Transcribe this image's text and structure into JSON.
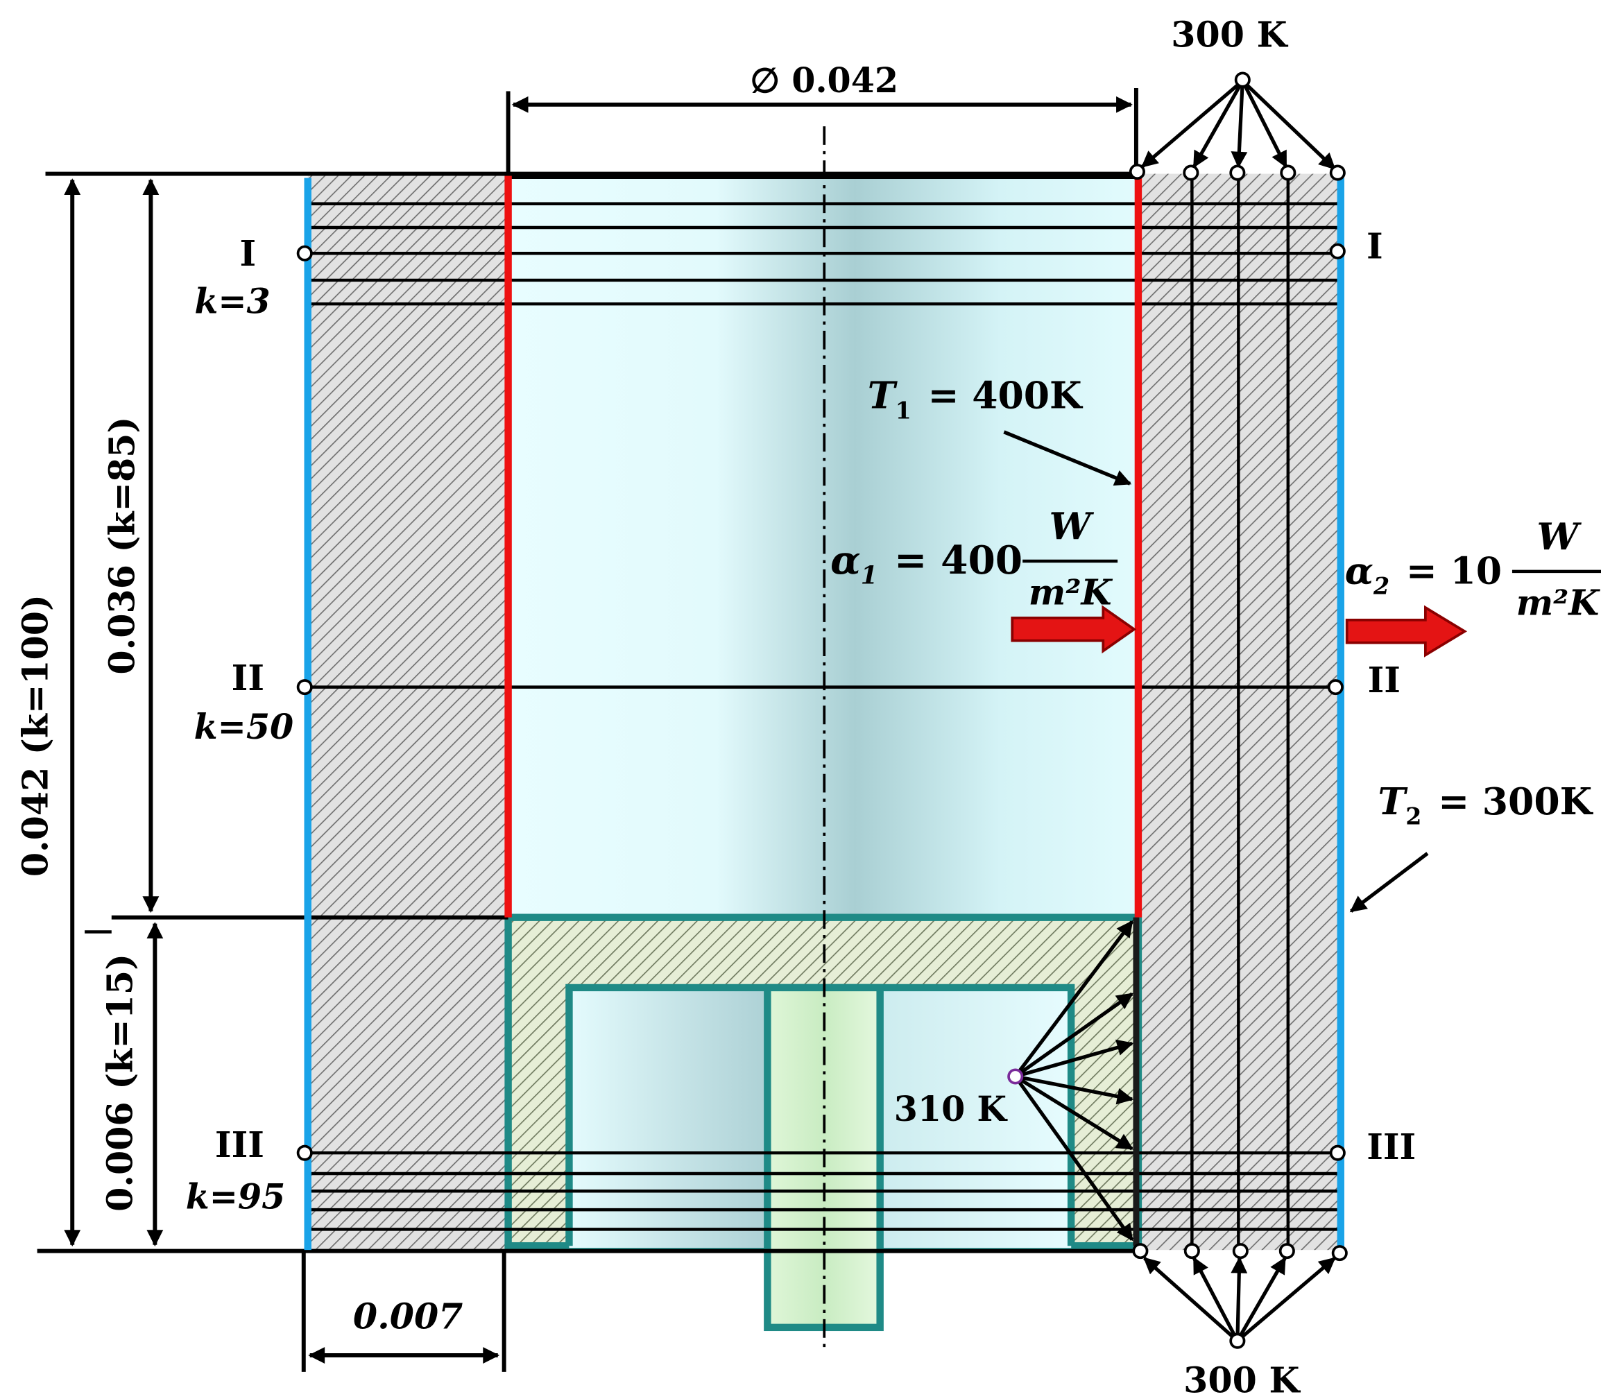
{
  "dimensions": {
    "diameter": "∅ 0.042",
    "total_height": "0.042 (k=100)",
    "upper_height": "0.036 (k=85)",
    "lower_height": "0.006 (k=15)",
    "wall_thickness": "0.007"
  },
  "temperatures": {
    "top": "300 K",
    "bottom": "300 K",
    "inner_node": "310 K"
  },
  "sections": [
    {
      "roman": "I",
      "k": "k=3"
    },
    {
      "roman": "II",
      "k": "k=50"
    },
    {
      "roman": "III",
      "k": "k=95"
    }
  ],
  "inner_boundary": {
    "T_symbol": "T",
    "T_sub": "1",
    "T_value": "= 400K",
    "alpha_symbol": "α",
    "alpha_sub": "1",
    "alpha_value": "= 400",
    "unit_num": "W",
    "unit_den": "m²K"
  },
  "outer_boundary": {
    "T_symbol": "T",
    "T_sub": "2",
    "T_value": "= 300K",
    "alpha_symbol": "α",
    "alpha_sub": "2",
    "alpha_value": "= 10",
    "unit_num": "W",
    "unit_den": "m²K"
  },
  "colors": {
    "inner_wall": "#ee1111",
    "outer_wall": "#1aa3e8",
    "insert_outline": "#1f8a86",
    "shaft_fill": "#d8f5d0",
    "cavity_fill": "#e4fbfd",
    "heat_arrow": "#e41414"
  }
}
